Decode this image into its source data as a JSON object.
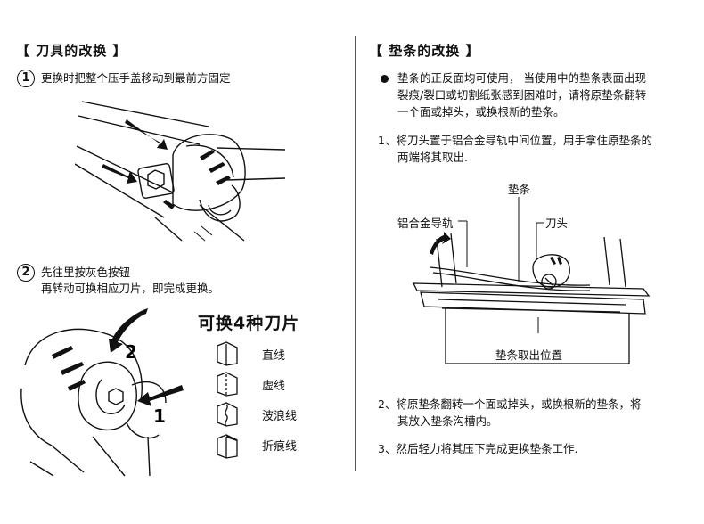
{
  "left": {
    "heading": "【 刀具的改换 】",
    "step1": {
      "num": "1",
      "text": "更换时把整个压手盖移动到最前方固定"
    },
    "step2": {
      "num": "2",
      "line1": "先往里按灰色按钮",
      "line2": "再转动可换相应刀片，即完成更换。"
    },
    "blade_title": "可换4种刀片",
    "blades": [
      {
        "label": "直线",
        "icon": "straight-blade-icon"
      },
      {
        "label": "虚线",
        "icon": "dashed-blade-icon"
      },
      {
        "label": "波浪线",
        "icon": "wave-blade-icon"
      },
      {
        "label": "折痕线",
        "icon": "crease-blade-icon"
      }
    ],
    "figure_numbers": {
      "one": "1",
      "two": "2"
    }
  },
  "right": {
    "heading": "【 垫条的改换 】",
    "intro": [
      "垫条的正反面均可使用，  当使用中的垫条表面出现",
      "裂痕/裂口或切割纸张感到困难时，请将原垫条翻转",
      "一个面或掉头，或换根新的垫条。"
    ],
    "step1": [
      "1、将刀头置于铝合金导轨中间位置，用手拿住原垫条的",
      "两端将其取出."
    ],
    "callouts": {
      "strip": "垫条",
      "rail": "铝合金导轨",
      "head": "刀头",
      "remove": "垫条取出位置"
    },
    "step2": [
      "2、将原垫条翻转一个面或掉头，或换根新的垫条，将",
      "其放入垫条沟槽内。"
    ],
    "step3": "3、然后轻力将其压下完成更换垫条工作."
  }
}
